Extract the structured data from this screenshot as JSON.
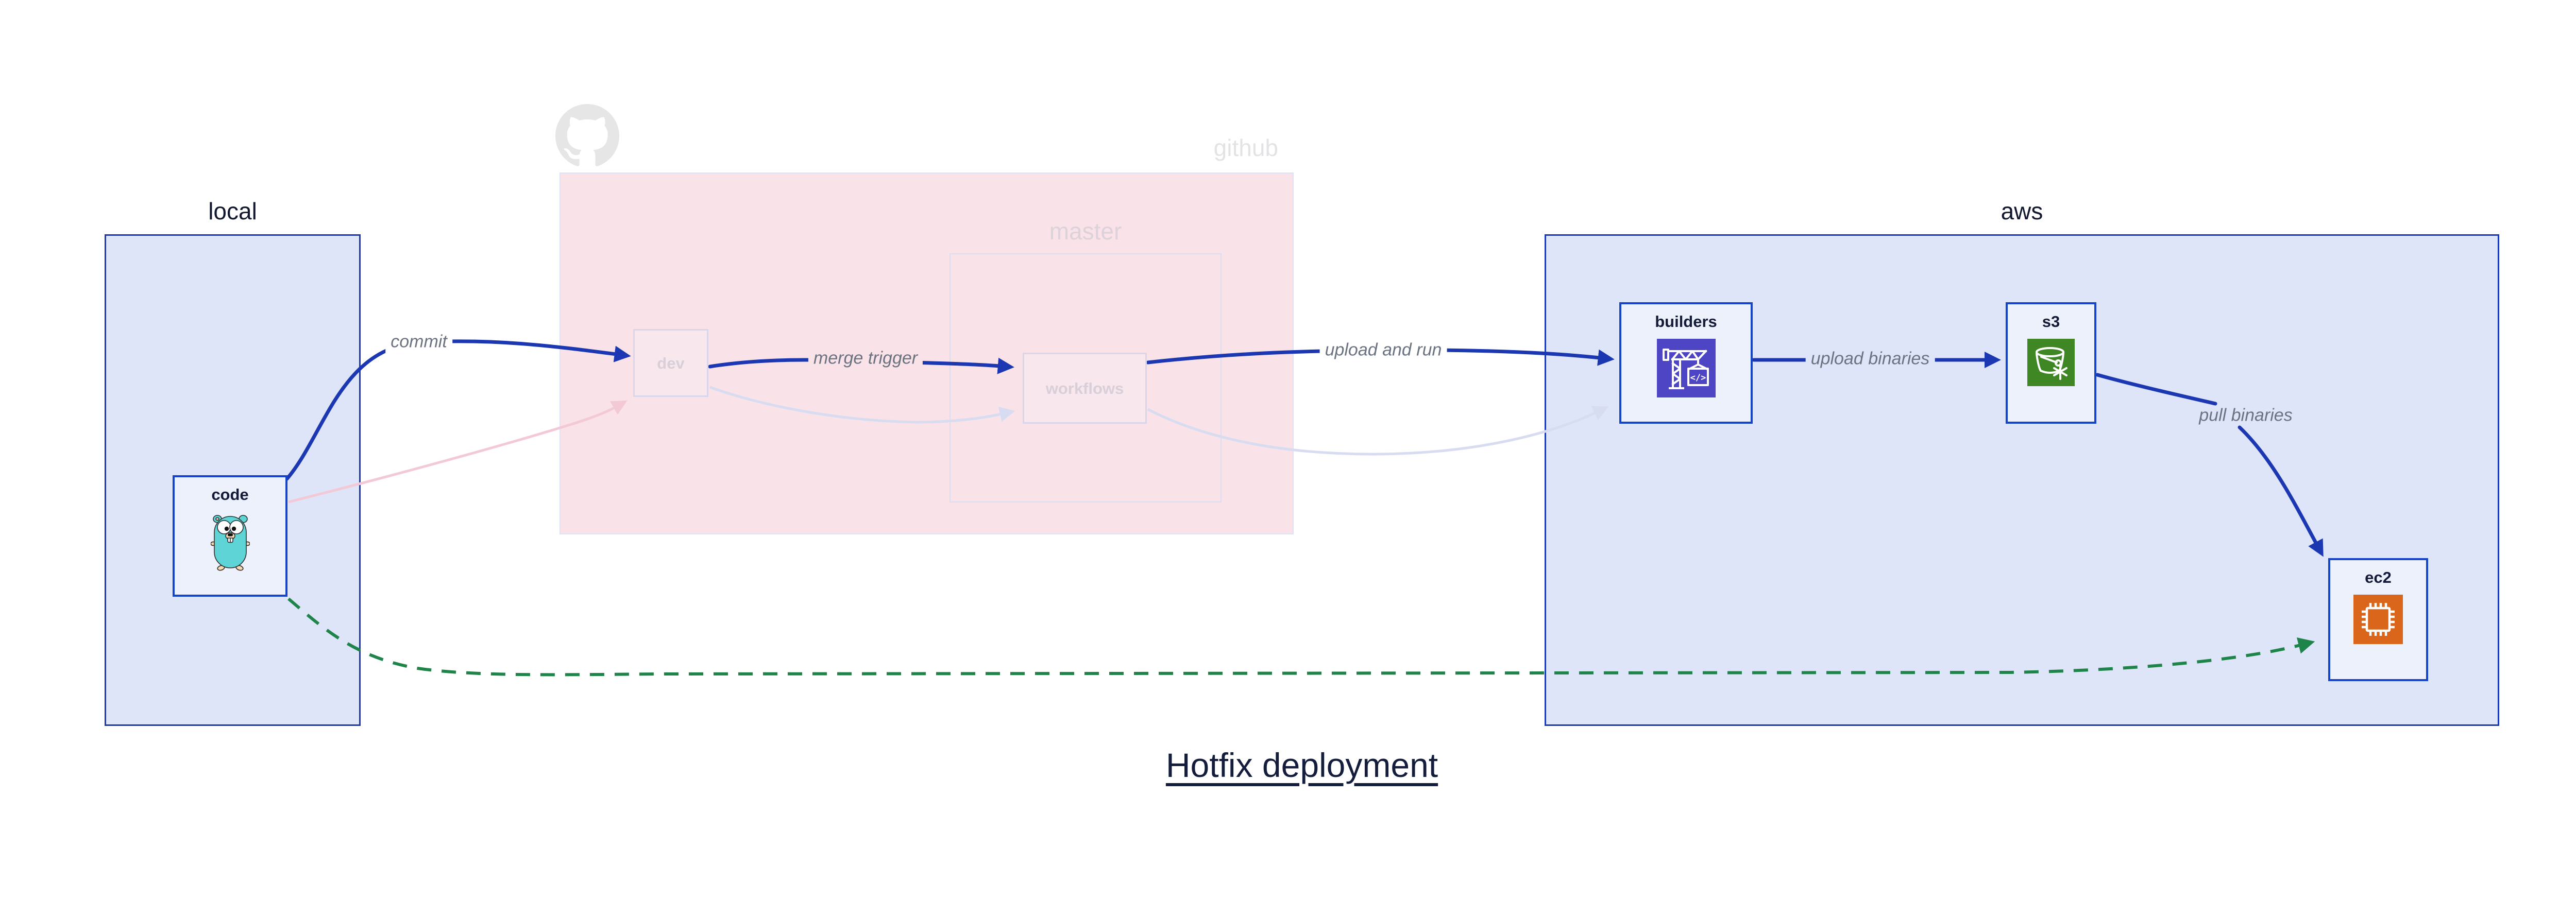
{
  "title": "Hotfix deployment",
  "regions": {
    "local": {
      "label": "local"
    },
    "github": {
      "label": "github",
      "master": {
        "label": "master"
      }
    },
    "aws": {
      "label": "aws"
    }
  },
  "nodes": {
    "code": {
      "label": "code",
      "icon": "go-gopher-icon"
    },
    "dev": {
      "label": "dev"
    },
    "workflows": {
      "label": "workflows"
    },
    "builders": {
      "label": "builders",
      "icon": "codebuild-crane-icon"
    },
    "s3": {
      "label": "s3",
      "icon": "s3-glacier-bucket-icon"
    },
    "ec2": {
      "label": "ec2",
      "icon": "ec2-chip-icon"
    }
  },
  "edges": {
    "commit": {
      "label": "commit",
      "from": "code",
      "to": "dev",
      "style": "solid-blue"
    },
    "merge_trigger": {
      "label": "merge trigger",
      "from": "dev",
      "to": "workflows",
      "style": "solid-blue"
    },
    "upload_and_run": {
      "label": "upload and run",
      "from": "workflows",
      "to": "builders",
      "style": "solid-blue"
    },
    "upload_binaries": {
      "label": "upload binaries",
      "from": "builders",
      "to": "s3",
      "style": "solid-blue"
    },
    "pull_binaries": {
      "label": "pull binaries",
      "from": "s3",
      "to": "ec2",
      "style": "solid-blue"
    },
    "faded_code_dev": {
      "label": "",
      "from": "code",
      "to": "dev",
      "style": "faded-pink"
    },
    "faded_dev_workflows": {
      "label": "",
      "from": "dev",
      "to": "workflows",
      "style": "faded-lavender"
    },
    "faded_workflows_builders": {
      "label": "",
      "from": "workflows",
      "to": "builders",
      "style": "faded-lavender"
    },
    "hotfix_path": {
      "label": "",
      "from": "code",
      "to": "ec2",
      "style": "green-dashed"
    }
  },
  "icons": {
    "github_watermark": "octocat-icon",
    "code": "go-gopher-icon",
    "builders": "codebuild-crane-icon",
    "s3": "s3-glacier-bucket-icon",
    "ec2": "ec2-chip-icon"
  },
  "colors": {
    "region_fill_blue": "#dee5f8",
    "region_border_blue": "#1a3ab5",
    "node_fill": "#edf1fb",
    "node_border": "#1544c7",
    "arrow_blue": "#1b38b2",
    "github_fill": "#f9e2e8",
    "github_border": "#dde3f5",
    "faded_node_border": "#d9d6e9",
    "faded_text": "#d8cfd9",
    "faded_pink_arrow": "#f3c9d6",
    "faded_lavender_arrow": "#d7dcf1",
    "hotfix_green": "#1e8449",
    "codebuild_purple": "#4d45c4",
    "s3_green": "#3f8624",
    "ec2_orange": "#d9661a",
    "gopher_teal": "#5fd4d6",
    "octocat_gray": "#e6e6e6",
    "edge_label_gray": "#6b7280",
    "ink": "#141b38"
  }
}
